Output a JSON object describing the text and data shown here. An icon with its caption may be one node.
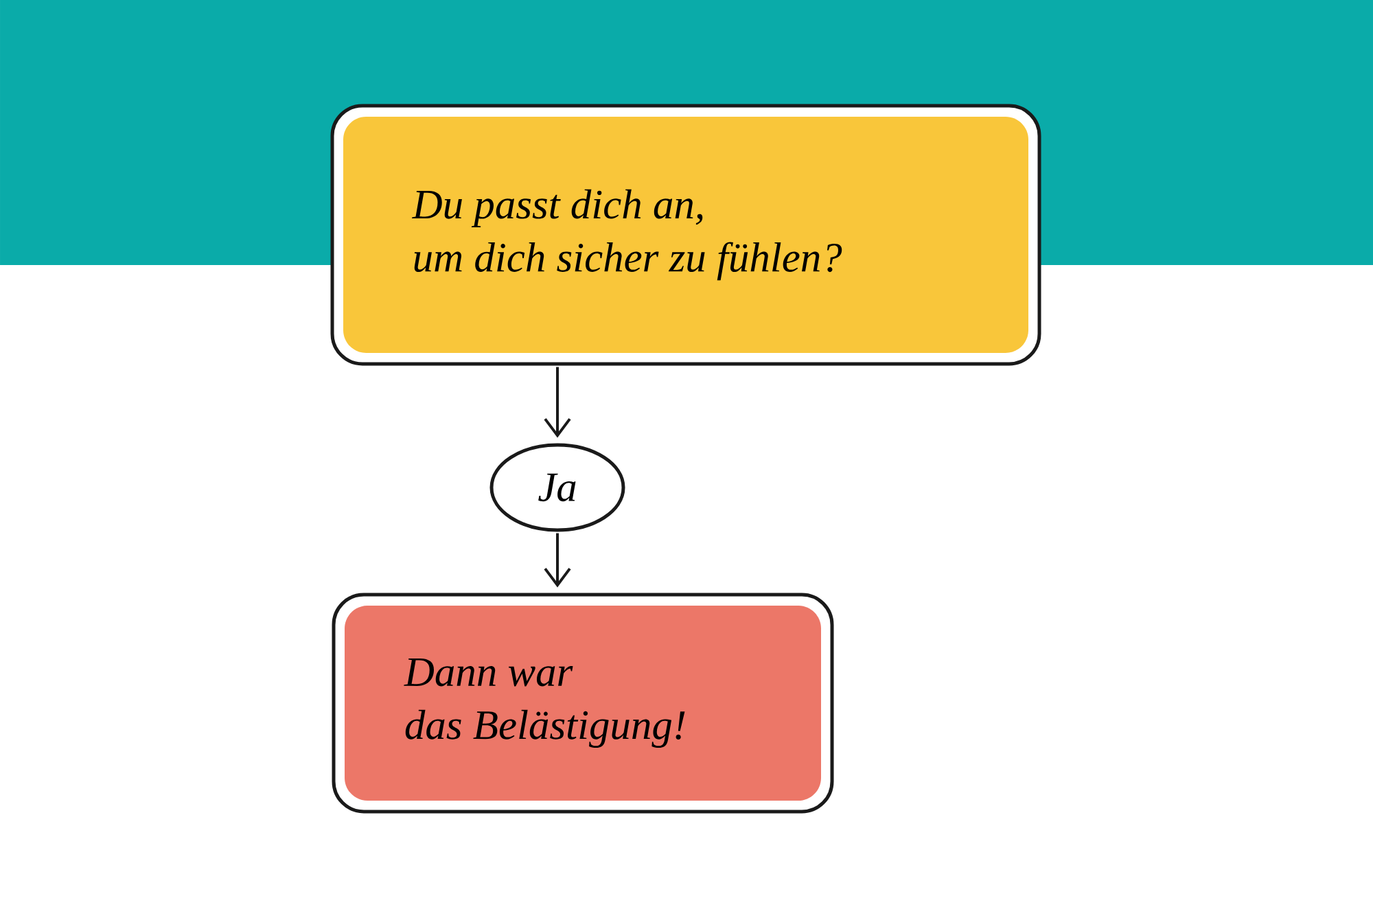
{
  "diagram": {
    "nodes": [
      {
        "text": [
          "Du passt dich an, um dich sicher zu fühlen?"
        ]
      },
      {
        "text": [
          "Ja"
        ]
      },
      {
        "text": [
          "Dann war das Belästigung!"
        ]
      }
    ],
    "edges": [
      {
        "from": 0,
        "to": 1,
        "arrow": "to"
      },
      {
        "from": 1,
        "to": 2,
        "arrow": "to"
      }
    ]
  }
}
